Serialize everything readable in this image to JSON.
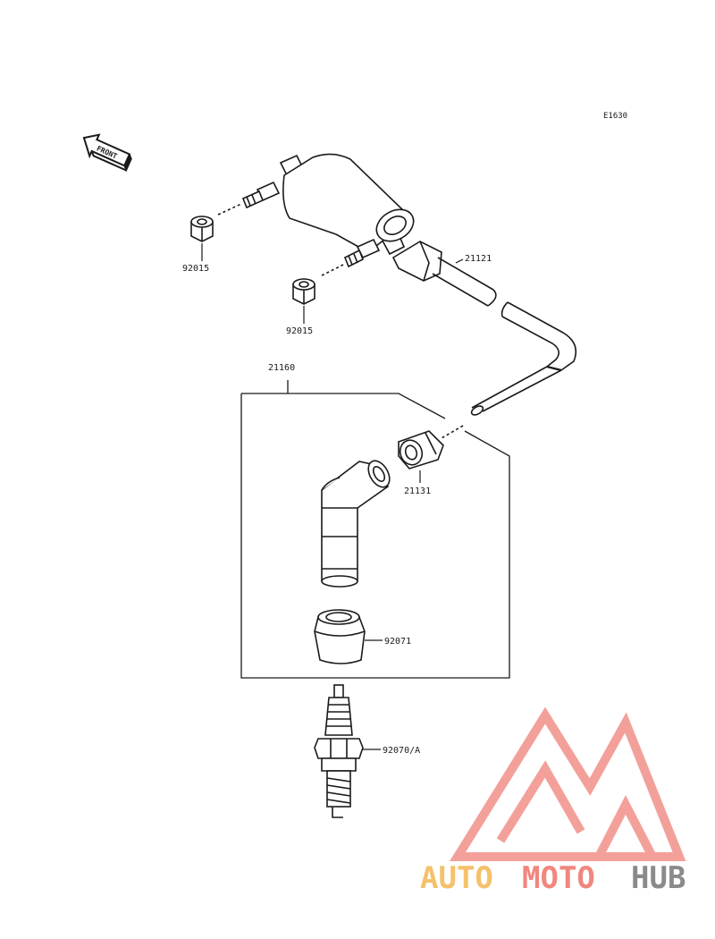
{
  "diagram": {
    "code": "E1630",
    "front_label": "FRONT",
    "parts": {
      "nut_upper": "92015",
      "nut_lower": "92015",
      "lead": "21121",
      "cap_assy": "21160",
      "seal": "21131",
      "boot": "92071",
      "plug": "92070/A"
    }
  },
  "logo": {
    "word1": "AUTO",
    "word2": "MOTO",
    "word3": "HUB",
    "colors": {
      "auto": "#f5c16c",
      "moto": "#f0877e",
      "hub": "#8a8a8a",
      "mark": "#f2908a"
    }
  },
  "colors": {
    "ink": "#1a1a1a"
  }
}
